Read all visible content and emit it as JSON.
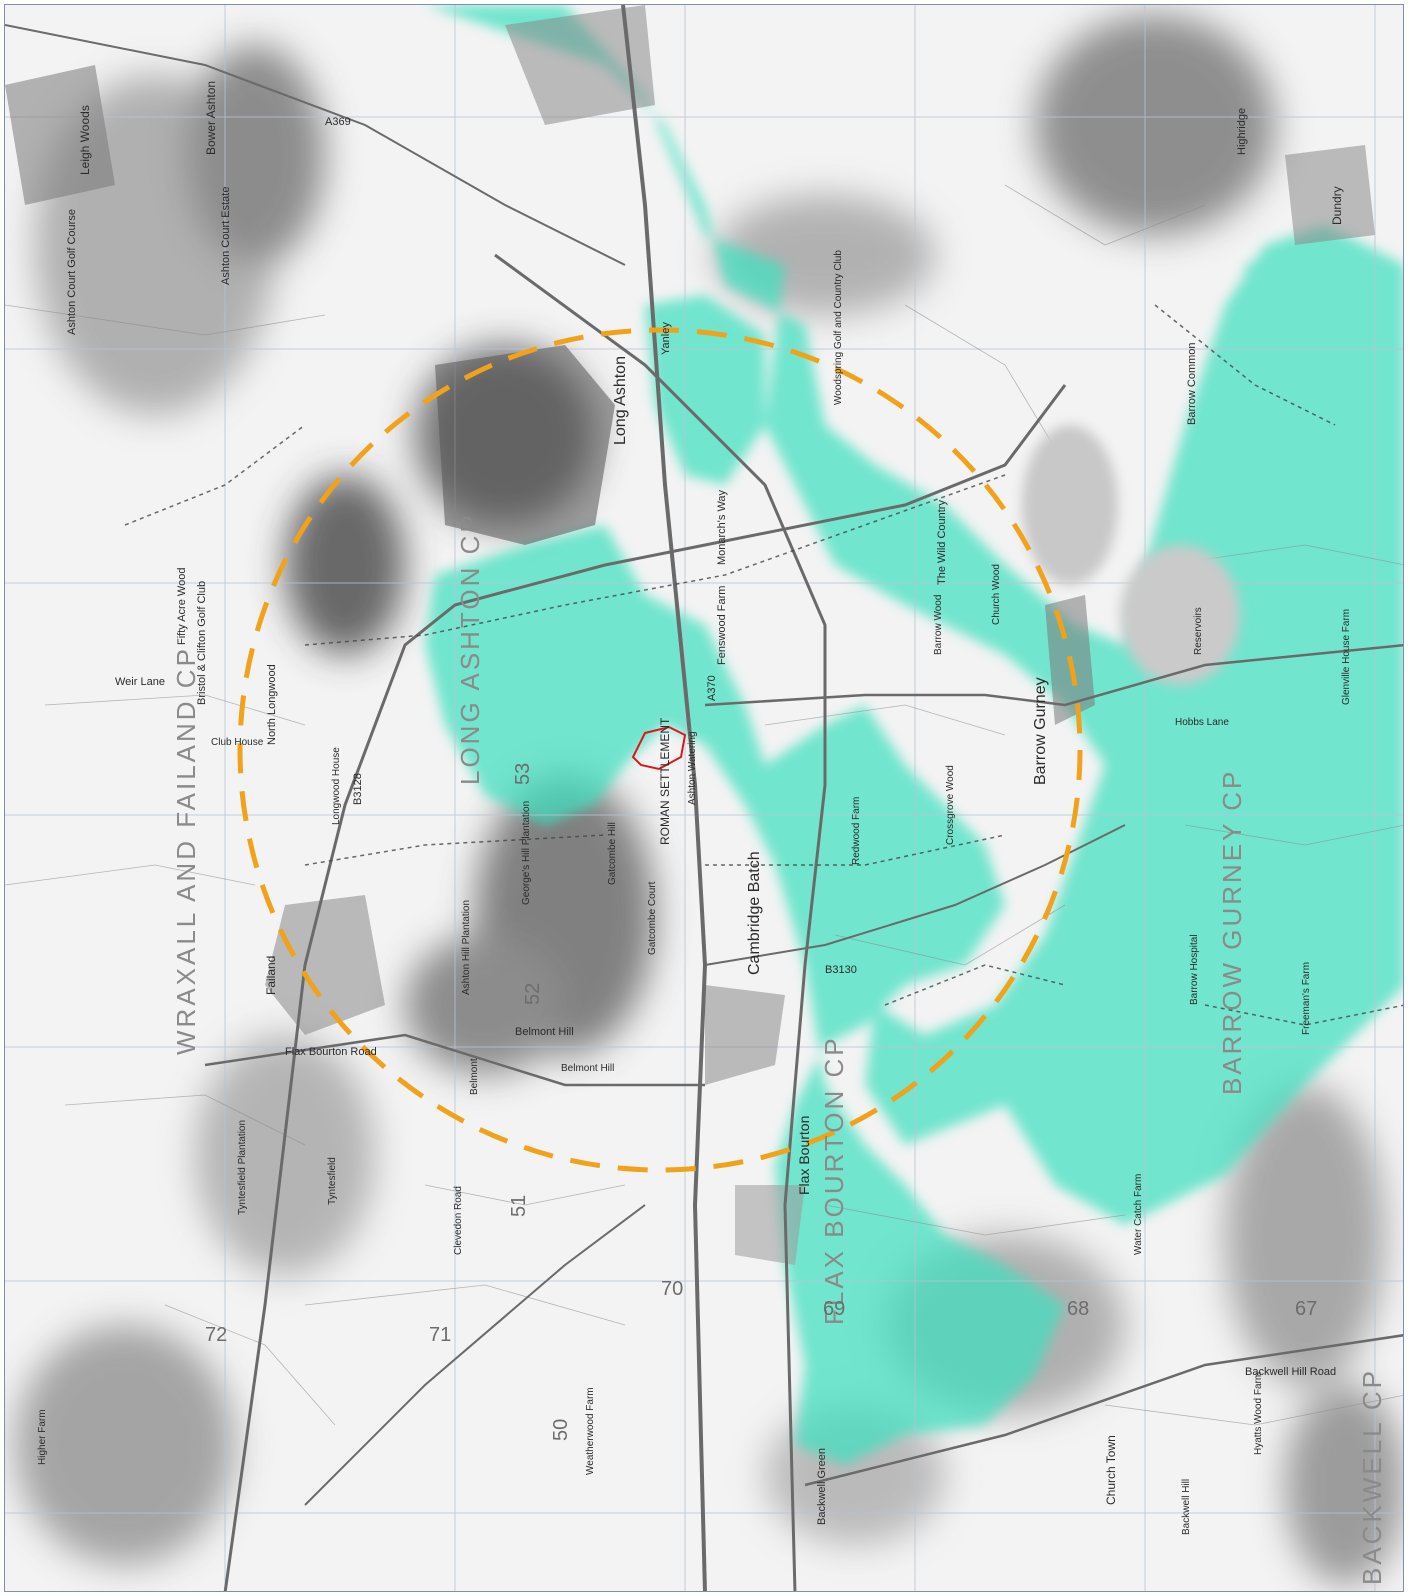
{
  "map": {
    "colors": {
      "background": "#f4f4f4",
      "zone_of_visibility": "#3fe0c0",
      "radius_circle": "#f0a21a",
      "site_boundary": "#e0141b",
      "relief_dark": "#4a4a4a",
      "road": "#6a6a6a",
      "grid": "#b8c4d4"
    },
    "places": [
      {
        "text": "Leigh Woods"
      },
      {
        "text": "Bower Ashton"
      },
      {
        "text": "Ashton Court Estate"
      },
      {
        "text": "Ashton Court Golf Course"
      },
      {
        "text": "Long Ashton"
      },
      {
        "text": "Yanley"
      },
      {
        "text": "Barrow Common"
      },
      {
        "text": "Highridge"
      },
      {
        "text": "Dundry"
      },
      {
        "text": "Woodspring Golf and Country Club"
      },
      {
        "text": "Barrow Gurney"
      },
      {
        "text": "The Wild Country"
      },
      {
        "text": "Barrow Wood"
      },
      {
        "text": "Church Wood"
      },
      {
        "text": "Fenswood Farm"
      },
      {
        "text": "Monarch's Way"
      },
      {
        "text": "Cambridge Batch"
      },
      {
        "text": "ROMAN SETTLEMENT"
      },
      {
        "text": "Ashton Watering"
      },
      {
        "text": "Gatcombe Court"
      },
      {
        "text": "Gatcombe Hill"
      },
      {
        "text": "George's Hill Plantation"
      },
      {
        "text": "Ashton Hill Plantation"
      },
      {
        "text": "Belmont Hill"
      },
      {
        "text": "Belmont"
      },
      {
        "text": "Failand"
      },
      {
        "text": "North Longwood"
      },
      {
        "text": "Bristol & Clifton Golf Club"
      },
      {
        "text": "Club House"
      },
      {
        "text": "Fifty Acre Wood"
      },
      {
        "text": "Weir Lane"
      },
      {
        "text": "Longwood House"
      },
      {
        "text": "Flax Bourton"
      },
      {
        "text": "Flax Bourton Road"
      },
      {
        "text": "Tyntesfield"
      },
      {
        "text": "Tyntesfield Plantation"
      },
      {
        "text": "Clevedon Road"
      },
      {
        "text": "Backwell Hill Road"
      },
      {
        "text": "Backwell Green"
      },
      {
        "text": "Church Town"
      },
      {
        "text": "Backwell Hill"
      },
      {
        "text": "Hobbs Lane"
      },
      {
        "text": "Glenville House Farm"
      },
      {
        "text": "Freeman's Farm"
      },
      {
        "text": "Barrow Hospital"
      },
      {
        "text": "Crossgrove Wood"
      },
      {
        "text": "Redwood Farm"
      },
      {
        "text": "Belmont Hill"
      },
      {
        "text": "Higher Farm"
      },
      {
        "text": "Weatherwood Farm"
      },
      {
        "text": "Hyatts Wood Farm"
      },
      {
        "text": "Water Catch Farm"
      },
      {
        "text": "Reservoirs"
      }
    ],
    "parish_labels": [
      {
        "text": "LONG ASHTON CP"
      },
      {
        "text": "WRAXALL AND FAILAND CP"
      },
      {
        "text": "BARROW GURNEY CP"
      },
      {
        "text": "FLAX BOURTON CP"
      },
      {
        "text": "BACKWELL CP"
      }
    ],
    "roads": [
      {
        "text": "A370"
      },
      {
        "text": "B3128"
      },
      {
        "text": "B3130"
      },
      {
        "text": "A369"
      }
    ],
    "grid_numbers": [
      {
        "text": "72"
      },
      {
        "text": "71"
      },
      {
        "text": "70"
      },
      {
        "text": "69"
      },
      {
        "text": "68"
      },
      {
        "text": "67"
      },
      {
        "text": "51"
      },
      {
        "text": "50"
      },
      {
        "text": "53"
      },
      {
        "text": "52"
      }
    ]
  }
}
